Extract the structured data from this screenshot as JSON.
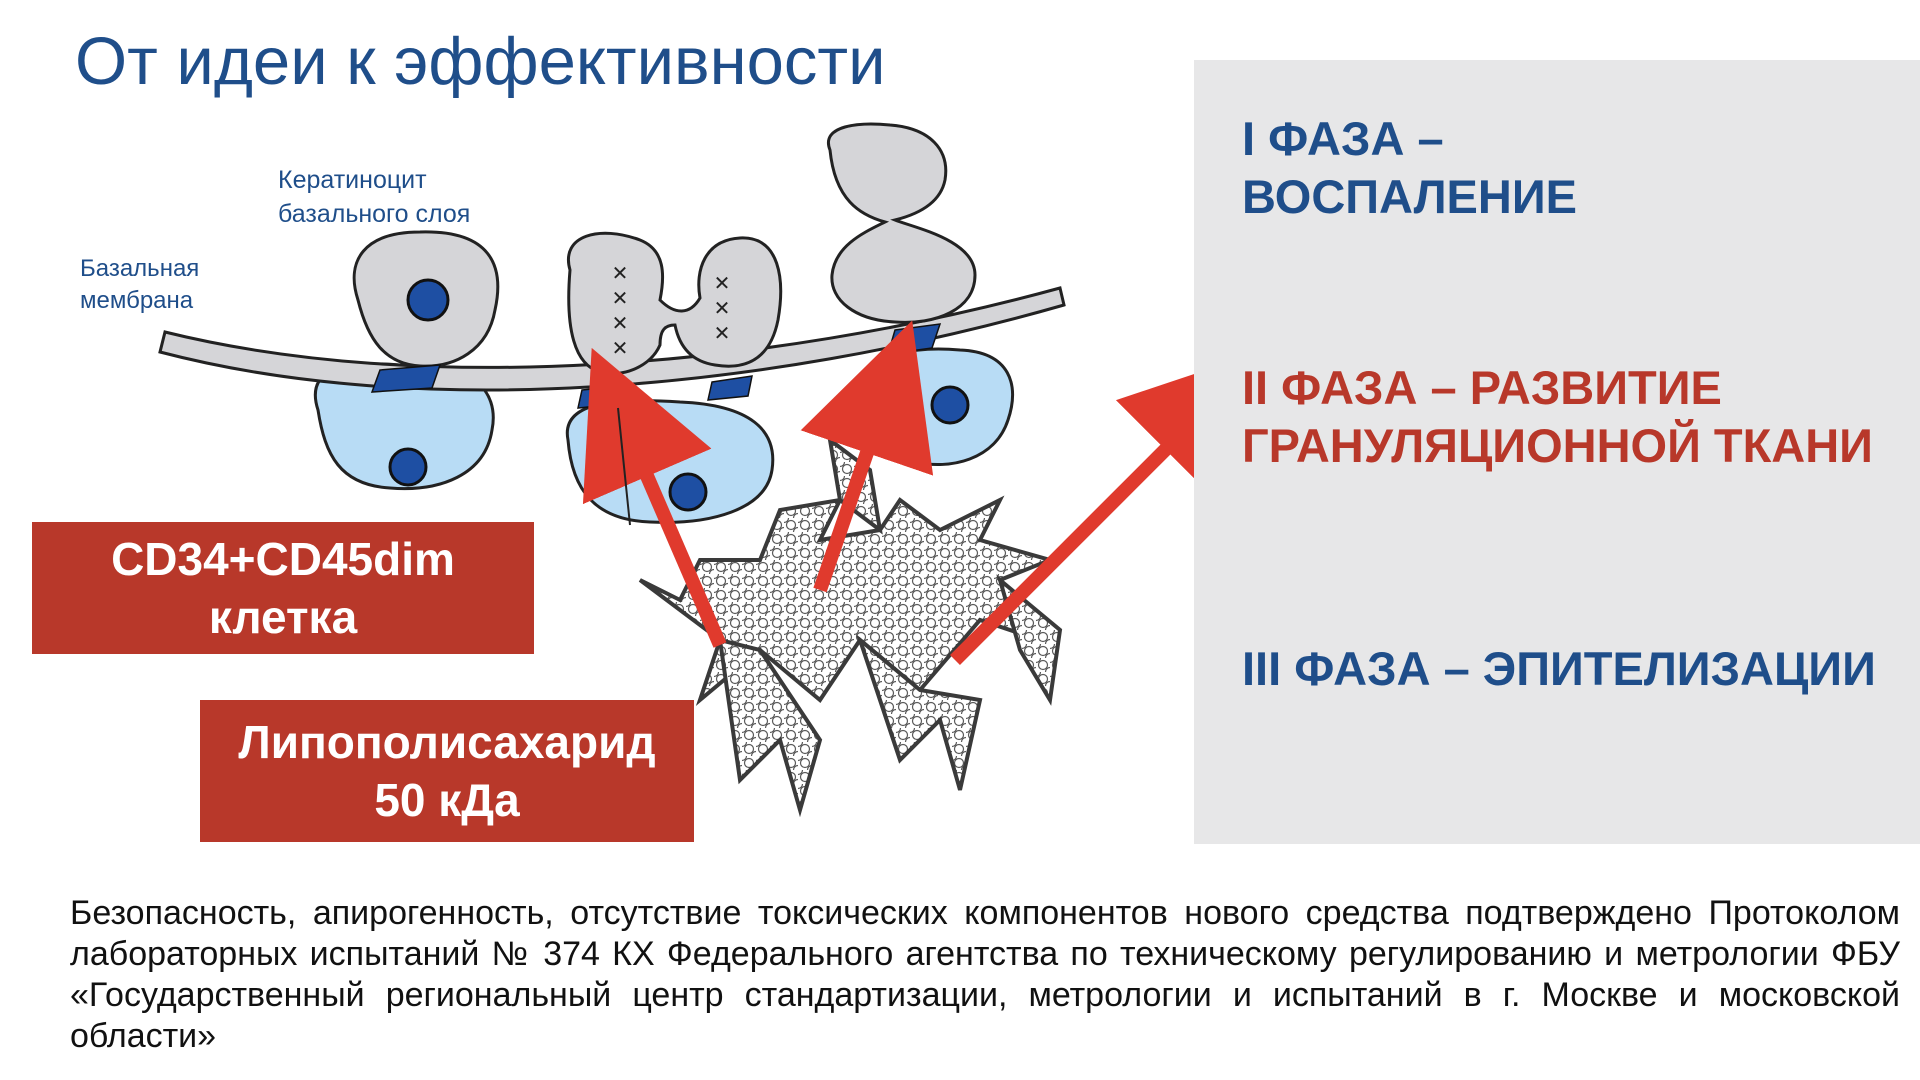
{
  "title": "От идеи к эффективности",
  "diagram": {
    "labels": {
      "keratinocyte_line1": "Кератиноцит",
      "keratinocyte_line2": "базального слоя",
      "membrane_line1": "Базальная",
      "membrane_line2": "мембрана"
    },
    "cell_box": {
      "line1": "CD34+CD45dim",
      "line2": "клетка"
    },
    "lps_box": {
      "line1": "Липополисахарид",
      "line2": "50 кДа"
    },
    "colors": {
      "accent_red": "#b8382a",
      "arrow_red": "#e03a2d",
      "label_blue": "#1f4e8a",
      "cell_gray": "#d5d5d8",
      "cell_lightblue": "#b8dcf5",
      "nucleus_blue": "#1e4fa3"
    }
  },
  "phases": {
    "phase1": {
      "line1": "I ФАЗА –",
      "line2": "ВОСПАЛЕНИЕ"
    },
    "phase2": {
      "line1": "II ФАЗА – РАЗВИТИЕ",
      "line2": "ГРАНУЛЯЦИОННОЙ ТКАНИ"
    },
    "phase3": {
      "line1": "III ФАЗА – ЭПИТЕЛИЗАЦИИ"
    }
  },
  "footnote": "Безопасность, апирогенность, отсутствие токсических компонентов нового средства подтверждено Протоколом лабораторных испытаний № 374 КХ Федерального агентства по техническому регулированию и метрологии ФБУ «Государственный региональный центр стандартизации, метрологии и испытаний в г. Москве и московской области»"
}
